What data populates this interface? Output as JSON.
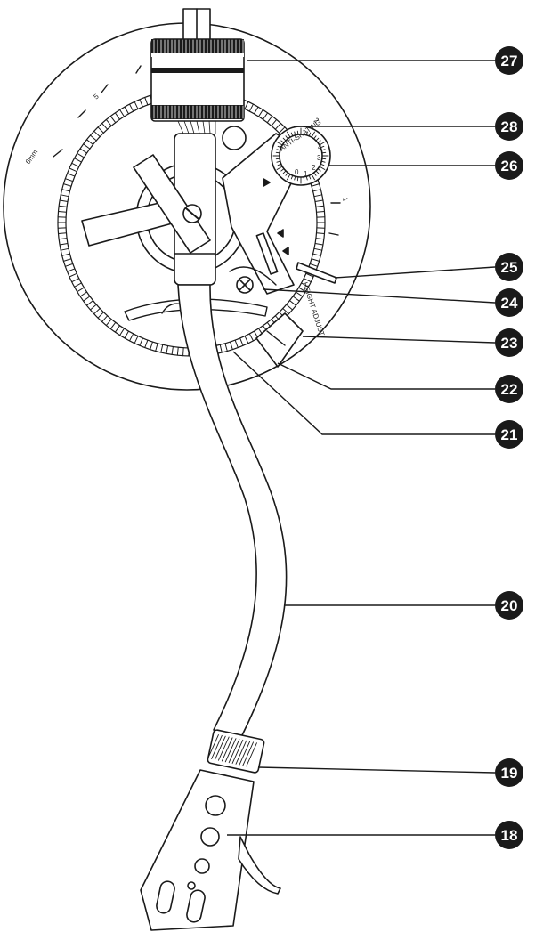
{
  "diagram": {
    "line_color": "#1a1a1a",
    "badge_color": "#1a1a1a",
    "badge_text_color": "#ffffff",
    "scale_labels": {
      "height_a": "6mm",
      "height_b": "5",
      "anti_skating": "ANTI-SKATING",
      "anti_zero": "0",
      "anti_one": "1",
      "anti_two": "2",
      "anti_three": "3",
      "anti_four": "4",
      "ring_one": "1",
      "ring_two": "2",
      "height_adjust": "HEIGHT ADJUST"
    },
    "callouts": [
      {
        "id": "c27",
        "label": "27"
      },
      {
        "id": "c28",
        "label": "28"
      },
      {
        "id": "c26",
        "label": "26"
      },
      {
        "id": "c25",
        "label": "25"
      },
      {
        "id": "c24",
        "label": "24"
      },
      {
        "id": "c23",
        "label": "23"
      },
      {
        "id": "c22",
        "label": "22"
      },
      {
        "id": "c21",
        "label": "21"
      },
      {
        "id": "c20",
        "label": "20"
      },
      {
        "id": "c19",
        "label": "19"
      },
      {
        "id": "c18",
        "label": "18"
      }
    ]
  }
}
